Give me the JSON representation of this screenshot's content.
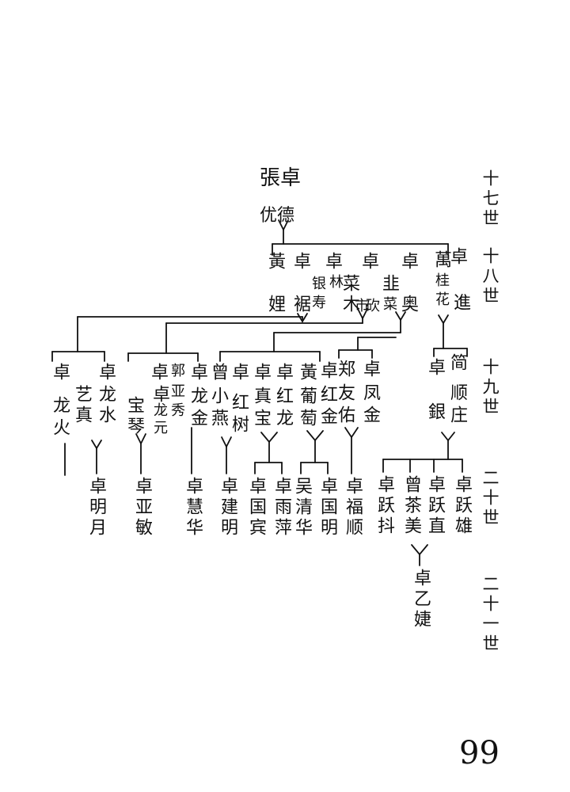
{
  "generations": [
    "十七世",
    "十八世",
    "十九世",
    "二十世",
    "二十一世"
  ],
  "gen17": {
    "couple": "張卓",
    "name": "优德"
  },
  "gen18": [
    {
      "wife": "黃",
      "husband": "卓",
      "names": [
        "娌",
        "裾"
      ]
    },
    {
      "wife": "卓",
      "husband": "林",
      "names": [
        "银",
        "寿"
      ]
    },
    {
      "wife": "菜",
      "husband": "卓",
      "names": [
        "木",
        "市"
      ]
    },
    {
      "wife": "韭",
      "husband": "卓",
      "names": [
        "砍",
        "菜"
      ]
    },
    {
      "wife": "卓",
      "husband": "",
      "names": [
        "奥"
      ]
    },
    {
      "wife": "萬",
      "husband": "卓",
      "names": [
        "桂",
        "花",
        "進"
      ]
    }
  ],
  "gen19": [
    {
      "wife": "卓",
      "husband": "",
      "names": [
        "龙",
        "火"
      ]
    },
    {
      "wife": "艺",
      "husband": "卓",
      "names": [
        "真",
        "龙",
        "水"
      ]
    },
    {
      "wife": "卓",
      "husband": "宝",
      "names": [
        "琴"
      ]
    },
    {
      "wife": "郭",
      "husband": "卓",
      "names": [
        "亚",
        "秀",
        "龙",
        "元"
      ]
    },
    {
      "wife": "卓",
      "husband": "",
      "names": [
        "龙",
        "金"
      ]
    },
    {
      "wife": "曾",
      "husband": "",
      "names": [
        "小",
        "燕"
      ]
    },
    {
      "wife": "卓",
      "husband": "",
      "names": [
        "红",
        "树"
      ]
    },
    {
      "wife": "卓",
      "husband": "",
      "names": [
        "真",
        "宝"
      ]
    },
    {
      "wife": "卓",
      "husband": "",
      "names": [
        "红",
        "龙"
      ]
    },
    {
      "wife": "黃",
      "husband": "",
      "names": [
        "葡",
        "萄"
      ]
    },
    {
      "wife": "卓",
      "husband": "",
      "names": [
        "红",
        "金"
      ]
    },
    {
      "wife": "郑",
      "husband": "",
      "names": [
        "友",
        "佑"
      ]
    },
    {
      "wife": "卓",
      "husband": "",
      "names": [
        "凤",
        "金"
      ]
    },
    {
      "wife": "卓",
      "husband": "",
      "names": [
        "銀"
      ]
    },
    {
      "wife": "简",
      "husband": "",
      "names": [
        "顺",
        "庄"
      ]
    }
  ],
  "gen20": [
    {
      "full": "卓明月"
    },
    {
      "full": "卓亚敏"
    },
    {
      "full": "卓慧华"
    },
    {
      "full": "卓建明"
    },
    {
      "full": "卓国宾"
    },
    {
      "full": "卓雨萍"
    },
    {
      "full": "吴清华"
    },
    {
      "full": "卓国明"
    },
    {
      "full": "卓福顺"
    },
    {
      "full": "卓跃抖"
    },
    {
      "full": "曾茶美"
    },
    {
      "full": "卓跃直"
    },
    {
      "full": "卓跃雄"
    }
  ],
  "gen21": {
    "full": "卓乙婕"
  },
  "page_number": "99"
}
